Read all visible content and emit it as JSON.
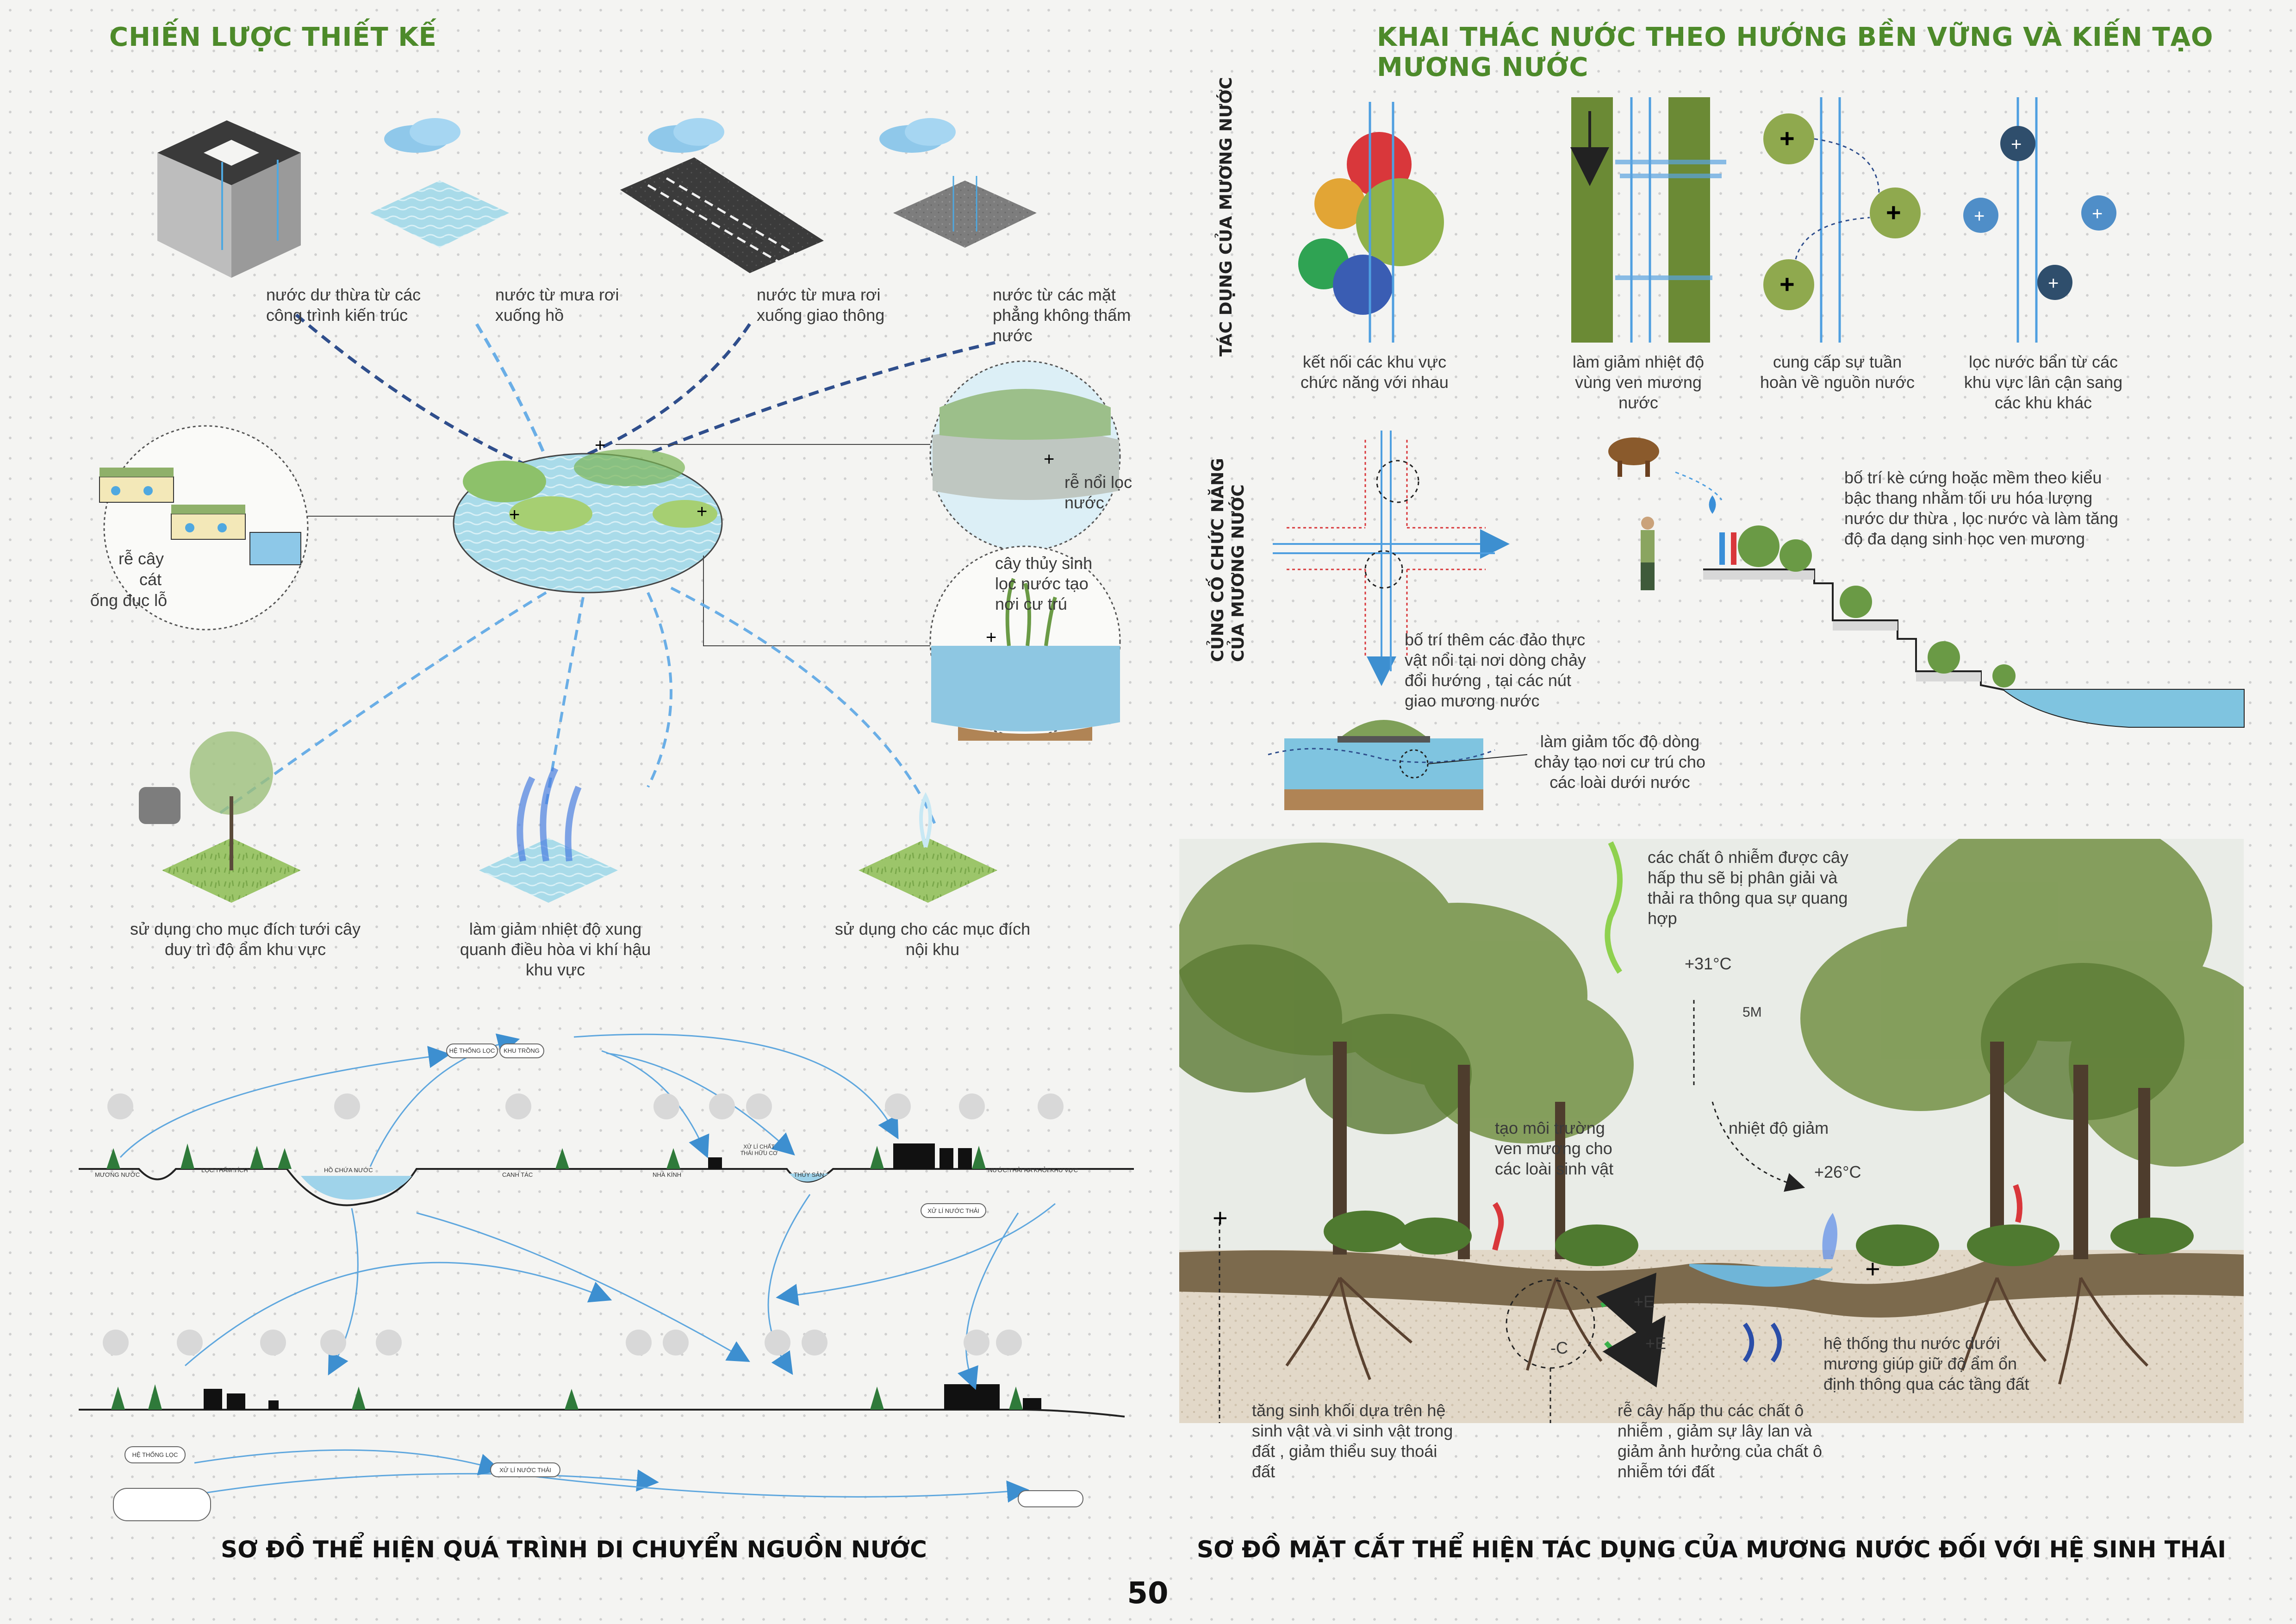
{
  "left": {
    "heading": "CHIẾN LƯỢC THIẾT KẾ",
    "sources": [
      "nước dư thừa từ các công trình kiến trúc",
      "nước từ mưa rơi xuống hồ",
      "nước từ mưa rơi xuống giao thông",
      "nước từ các mặt phẳng không thấm nước"
    ],
    "filters": {
      "left_circle": [
        "rễ cây",
        "cát",
        "ống đục lỗ"
      ],
      "right_top": "rễ nổi lọc nước",
      "right_mid": "cây thủy sinh lọc nước tạo nơi cư trú"
    },
    "uses": [
      "sử dụng cho mục đích tưới cây duy trì độ ẩm khu vực",
      "làm giảm nhiệt độ xung quanh điều hòa vi khí hậu khu vực",
      "sử dụng cho các mục đích nội khu"
    ],
    "flow_labels": {
      "he_thong_loc": "HỆ THỐNG LỌC",
      "khu_trong": "KHU TRỒNG",
      "muong_nuoc": "MƯƠNG NƯỚC",
      "loc_tham_tich": "LỌC THẨM TÍCH",
      "ho_chua_nuoc": "HỒ CHỨA NƯỚC",
      "canh_tac": "CANH TÁC",
      "nha_kinh": "NHÀ KÍNH",
      "xu_li_chat_thai": "XỬ LÍ CHẤT THẢI HỮU CƠ",
      "thuy_san": "THỦY SẢN",
      "nuoc_thai": "NƯỚC THẢI RA KHỎI KHU VỰC",
      "xu_li_nuoc_thai": "XỬ LÍ NƯỚC THẢI",
      "he_thong_loc_2": "HỆ THỐNG LỌC",
      "xu_li_nuoc_thai_2": "XỬ LÍ NƯỚC THẢI"
    },
    "caption": "SƠ ĐỒ THỂ HIỆN QUÁ TRÌNH DI CHUYỂN NGUỒN NƯỚC"
  },
  "right": {
    "heading": "KHAI THÁC NƯỚC THEO HƯỚNG BỀN VỮNG VÀ KIẾN TẠO MƯƠNG NƯỚC",
    "section1_label": "TÁC DỤNG CỦA MƯƠNG NƯỚC",
    "section1_items": [
      "kết nối các khu vực chức năng với nhau",
      "làm giảm nhiệt độ vùng ven mương nước",
      "cung cấp sự tuần hoàn về nguồn nước",
      "lọc nước bẩn từ các khu vực lân cận sang các khu khác"
    ],
    "section2_label": "CỦNG CỐ CHỨC NĂNG CỦA MƯƠNG NƯỚC",
    "section2_texts": {
      "islands": "bố trí thêm các đảo thực vật nổi tại nơi dòng chảy đổi hướng , tại các nút giao mương nước",
      "terrace": "bố trí kè cứng hoặc mềm theo kiểu bậc thang nhằm tối ưu hóa lượng nước dư thừa , lọc nước và làm tăng độ đa dạng sinh học ven mương",
      "speed": "làm giảm tốc độ dòng chảy tạo nơi cư trú cho các loài dưới nước"
    },
    "section_texts": {
      "pollutants": "các chất ô nhiễm được cây hấp thu sẽ bị phân giải và thải ra thông qua sự quang hợp",
      "temp_high": "+31°C",
      "height": "5M",
      "habitat": "tạo môi trường ven mương cho các loài sinh vật",
      "temp_drop": "nhiệt độ giảm",
      "temp_low": "+26°C",
      "drainage": "hệ thống thu nước dưới mương giúp giữ độ ẩm ổn định thông qua các tầng đất",
      "biomass": "tăng sinh khối dựa trên hệ sinh vật và vi sinh vật trong đất , giảm thiểu suy thoái đất",
      "roots": "rễ cây hấp thu các chất ô nhiễm , giảm sự lây lan và giảm ảnh hưởng của chất ô nhiễm tới đất",
      "e1": "+E",
      "e2": "+E",
      "c": "-C"
    },
    "caption": "SƠ ĐỒ MẶT CẮT THỂ HIỆN TÁC DỤNG CỦA MƯƠNG NƯỚC ĐỐI VỚI HỆ SINH THÁI"
  },
  "page_number": "50",
  "colors": {
    "heading_green": "#4d8a2a",
    "water_blue": "#7fc4e0",
    "dash_navy": "#2f4e8c",
    "dash_light": "#6aaee6"
  }
}
